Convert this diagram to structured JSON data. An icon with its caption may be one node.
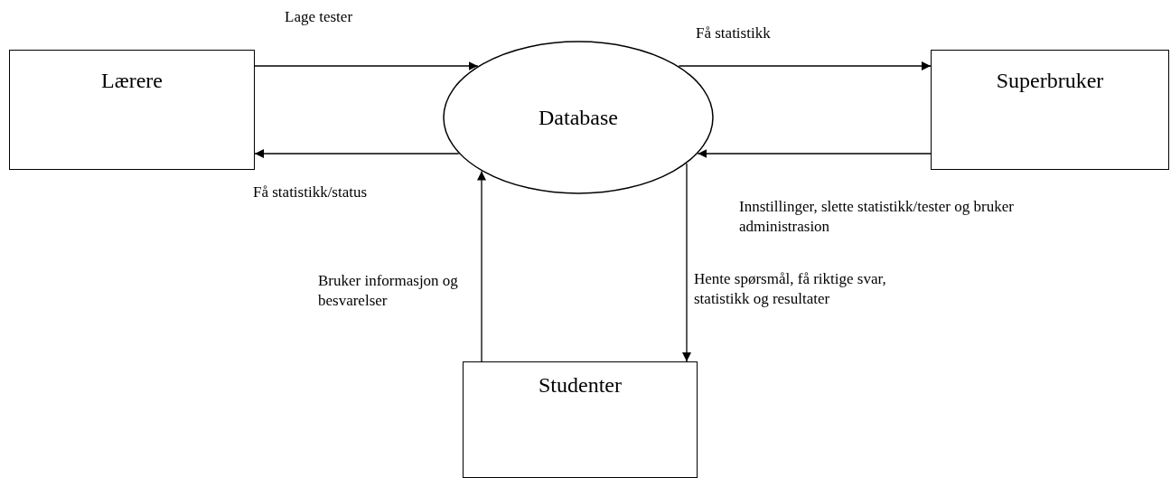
{
  "diagram": {
    "nodes": [
      {
        "text": [
          "Lærere"
        ]
      },
      {
        "text": [
          "Database"
        ]
      },
      {
        "text": [
          "Superbruker"
        ]
      },
      {
        "text": [
          "Studenter"
        ]
      }
    ],
    "edges": [
      {
        "from": 0,
        "to": 1,
        "arrow": "to",
        "label": "Lage tester"
      },
      {
        "from": 1,
        "to": 0,
        "arrow": "to",
        "label": "Få statistikk/status"
      },
      {
        "from": 1,
        "to": 2,
        "arrow": "to",
        "label": "Få statistikk"
      },
      {
        "from": 2,
        "to": 1,
        "arrow": "to",
        "label": "Innstillinger, slette statistikk/tester og bruker administrasion"
      },
      {
        "from": 3,
        "to": 1,
        "arrow": "to",
        "label": "Bruker informasjon og besvarelser"
      },
      {
        "from": 1,
        "to": 3,
        "arrow": "to",
        "label": "Hente spørsmål, få riktige svar, statistikk og resultater"
      }
    ]
  }
}
